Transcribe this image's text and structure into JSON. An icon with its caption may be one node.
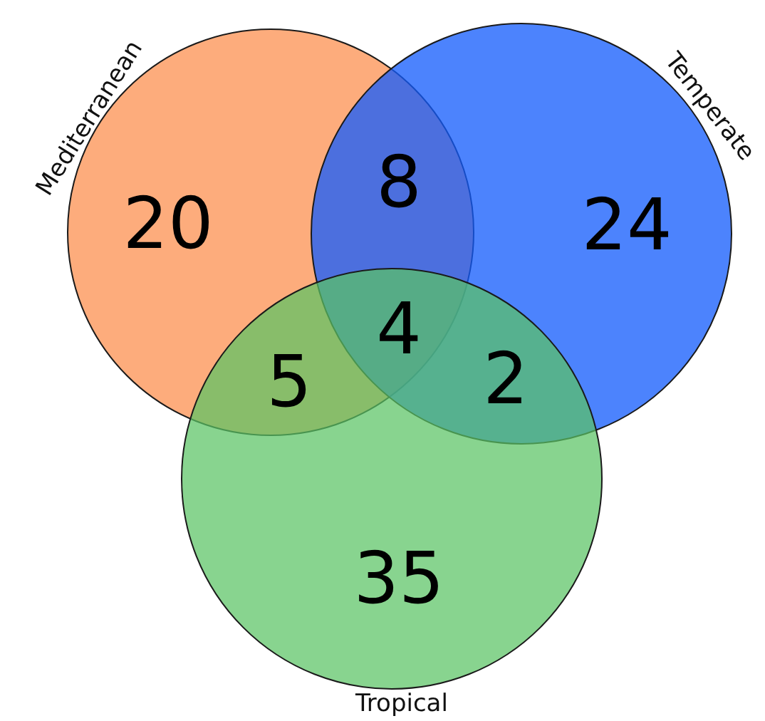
{
  "diagram": {
    "nodes": [
      {
        "text": [
          "Mediterranean"
        ]
      },
      {
        "text": [
          "Temperate"
        ]
      },
      {
        "text": [
          "Tropical"
        ]
      }
    ],
    "labels": [
      "20",
      "8",
      "24",
      "5",
      "4",
      "2",
      "35"
    ]
  }
}
